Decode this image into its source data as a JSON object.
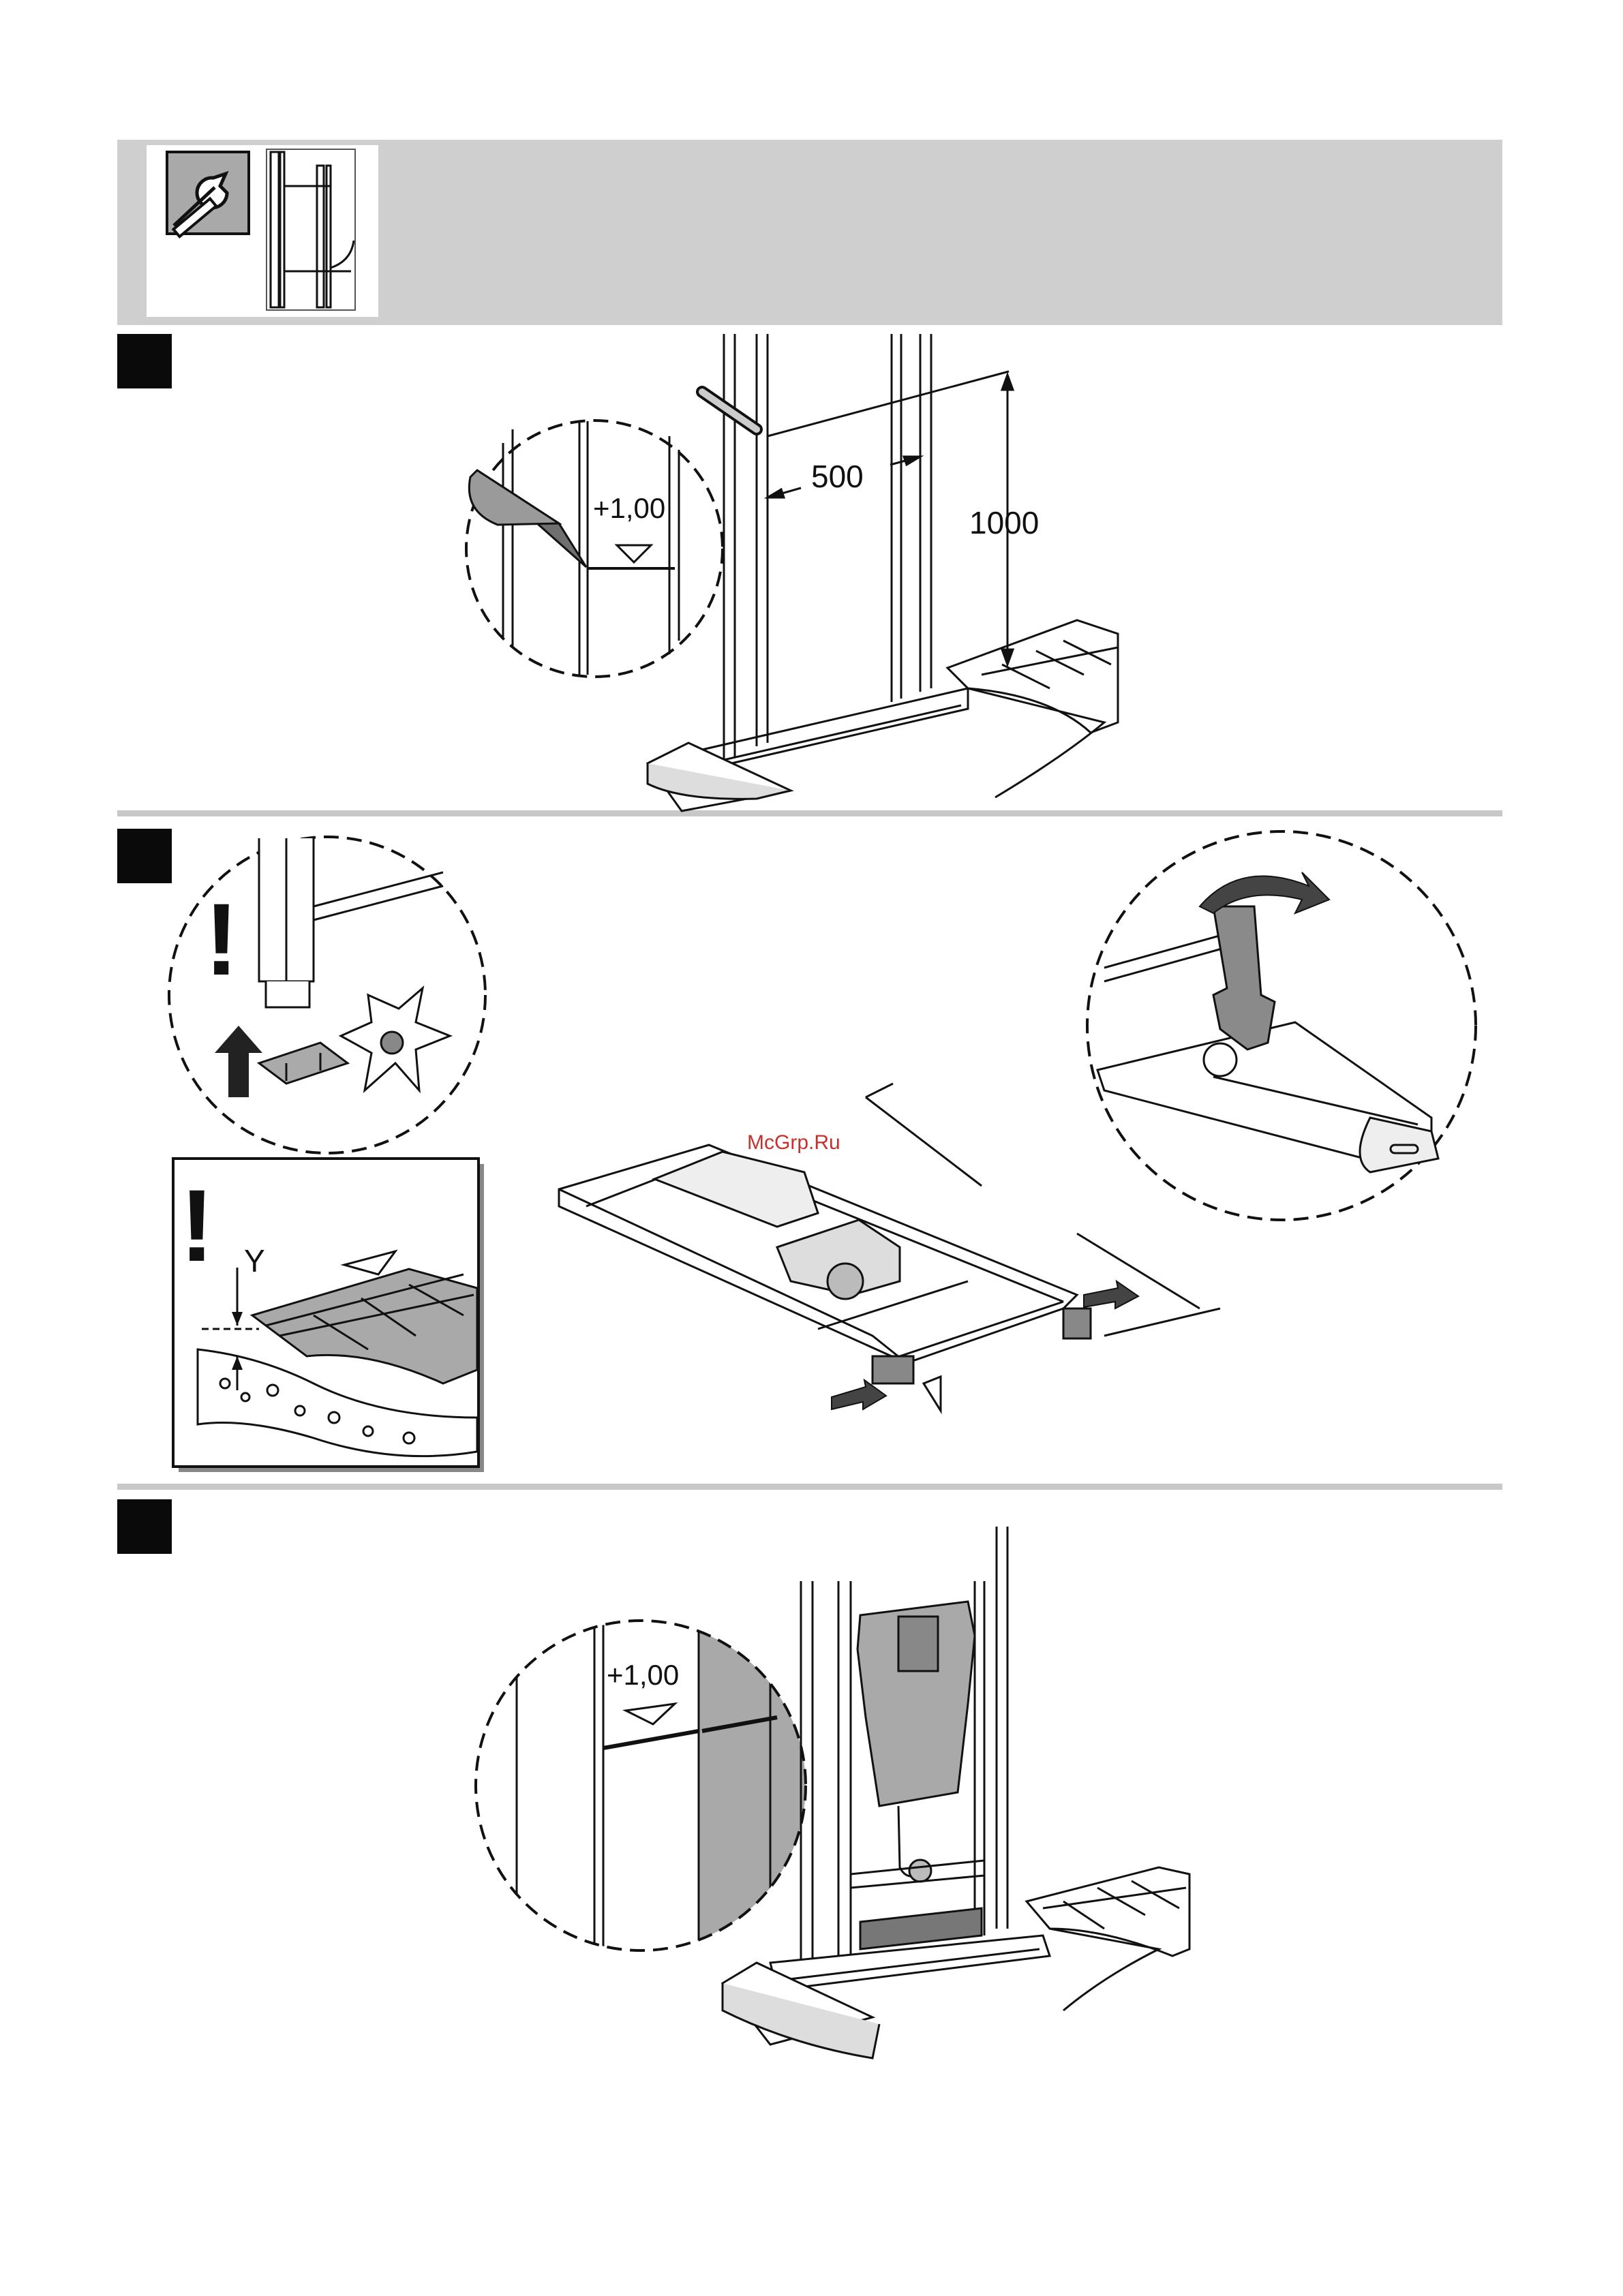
{
  "header": {
    "icons": [
      "wrench-icon",
      "wall-frame-icon"
    ]
  },
  "steps": {
    "step1": {
      "level_mark": "+1,00",
      "dim_width": "500",
      "dim_height": "1000"
    },
    "step2": {
      "warning_mark": "!",
      "tile_offset_label": "Y",
      "watermark": "McGrp.Ru"
    },
    "step3": {
      "level_mark": "+1,00"
    }
  },
  "colors": {
    "header_band": "#cfcfcf",
    "step_box": "#0a0a0a",
    "divider": "#c8c8c8",
    "watermark": "#c9302c"
  }
}
